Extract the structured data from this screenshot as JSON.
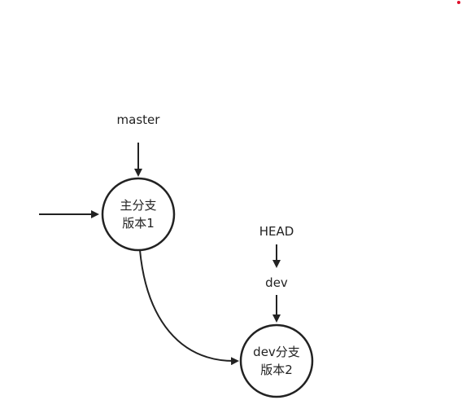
{
  "diagram": {
    "labels": {
      "master": "master",
      "head": "HEAD",
      "dev": "dev"
    },
    "nodes": {
      "main": {
        "line1": "主分支",
        "line2": "版本1"
      },
      "dev": {
        "line1": "dev分支",
        "line2": "版本2"
      }
    },
    "colors": {
      "stroke": "#222222",
      "dot": "#e0102c"
    }
  }
}
